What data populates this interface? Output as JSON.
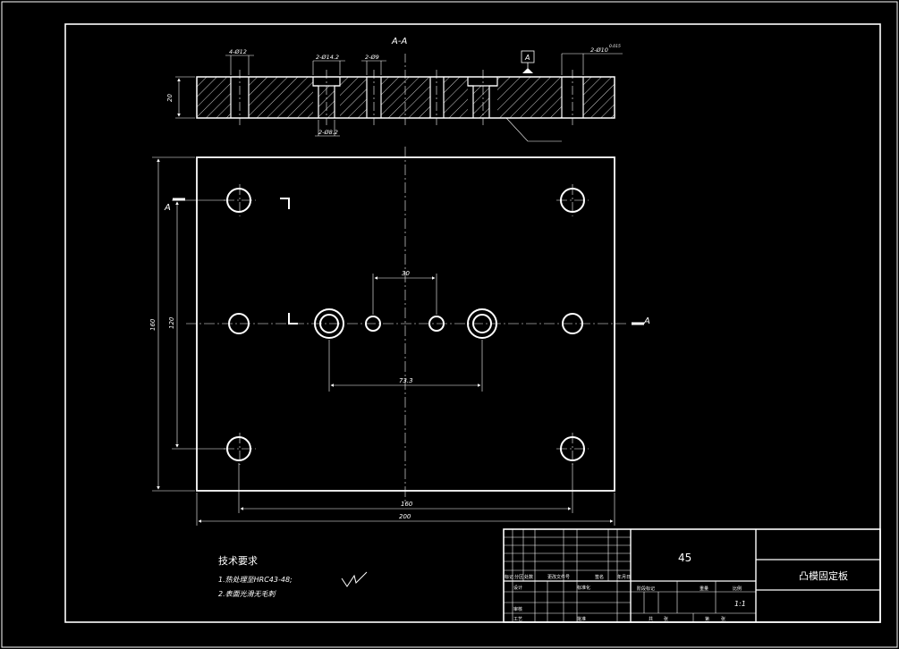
{
  "colors": {
    "background": "#000000",
    "line": "#ffffff"
  },
  "section": {
    "title": "A-A",
    "datum": "A",
    "thickness": "20",
    "hole_top_1": "4-Ø12",
    "hole_top_2": "2-Ø14.2",
    "hole_top_3": "2-Ø9",
    "hole_top_4": "2-Ø10",
    "hole_tol": "0.015",
    "hole_bottom": "2-Ø8.2"
  },
  "plan": {
    "dim_height_total": "160",
    "dim_height_holes": "120",
    "dim_width_holes": "160",
    "dim_width_total": "200",
    "dim_small_pitch": "30",
    "dim_large_pitch": "73.3",
    "section_mark_left": "A",
    "section_mark_right": "A"
  },
  "notes": {
    "title": "技术要求",
    "line1": "1.热处理至HRC43-48;",
    "line2": "2.表面光滑无毛刺"
  },
  "title_block": {
    "material": "45",
    "part_name": "凸模固定板",
    "scale": "1:1",
    "labels": {
      "mark": "标记",
      "count": "处数",
      "zone": "分区",
      "change_doc": "更改文件号",
      "signature": "签名",
      "date": "年月日",
      "design": "设计",
      "standardize": "标准化",
      "review": "审核",
      "process": "工艺",
      "approve": "批准",
      "stage_mark": "阶段标记",
      "weight": "重量",
      "scale_label": "比例",
      "sheet_total": "共",
      "sheet": "张",
      "sheet_no": "第"
    }
  }
}
